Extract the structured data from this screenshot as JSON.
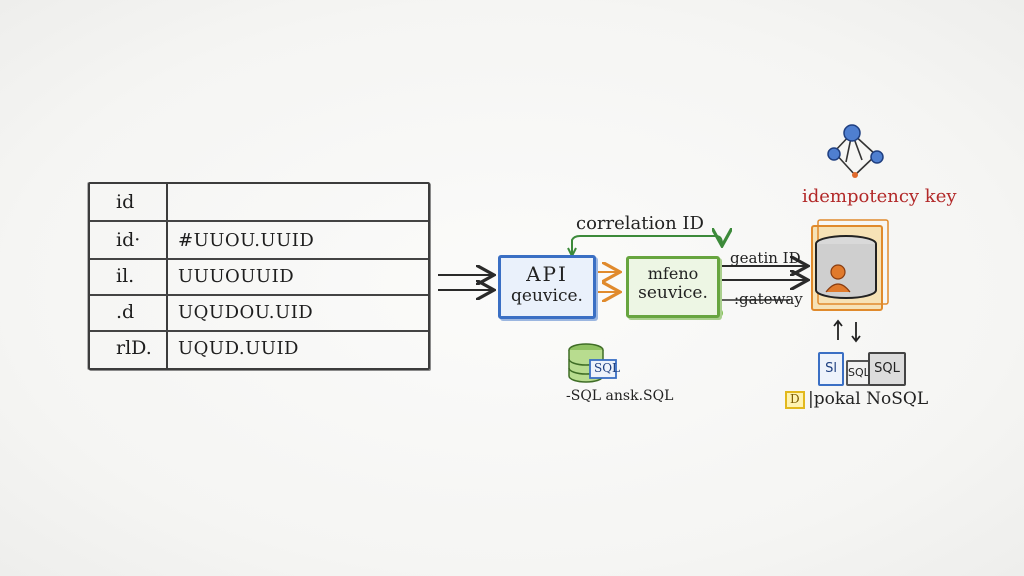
{
  "table": {
    "rows": [
      {
        "key": "id",
        "value": ""
      },
      {
        "key": "id·",
        "value": "#UUOU.UUID"
      },
      {
        "key": "il.",
        "value": "UUUOUUID"
      },
      {
        "key": ".d",
        "value": "UQUDOU.UID"
      },
      {
        "key": "rlD.",
        "value": "UQUD.UUID"
      }
    ]
  },
  "diagram": {
    "correlation_label": "correlation ID",
    "api_box": {
      "line1": "API",
      "line2": "qeuvice."
    },
    "service_box": {
      "line1": "mfeno",
      "line2": "seuvice."
    },
    "right_label_top": "geatin ID",
    "right_label_bottom": ":gateway",
    "sql_chip": "SQL",
    "sql_caption": "-SQL ansk.SQL",
    "idempotency_label": "idempotency key",
    "nosql_chip_left": "Sl",
    "nosql_chip_mid": "SQL",
    "nosql_chip_right": "SQL",
    "nosql_caption": "|pokal NoSQL",
    "nosql_caption_prefix": "D",
    "colors": {
      "api_blue": "#3a6fc4",
      "service_green": "#67a53f",
      "correlation_green": "#3c8a3a",
      "idempotency_red": "#b22828",
      "db_orange": "#e08a2c",
      "chip_yellow": "#e2b81c"
    },
    "icons": [
      "network-graph-icon",
      "database-cylinder-icon",
      "database-stack-icon",
      "person-icon"
    ]
  }
}
